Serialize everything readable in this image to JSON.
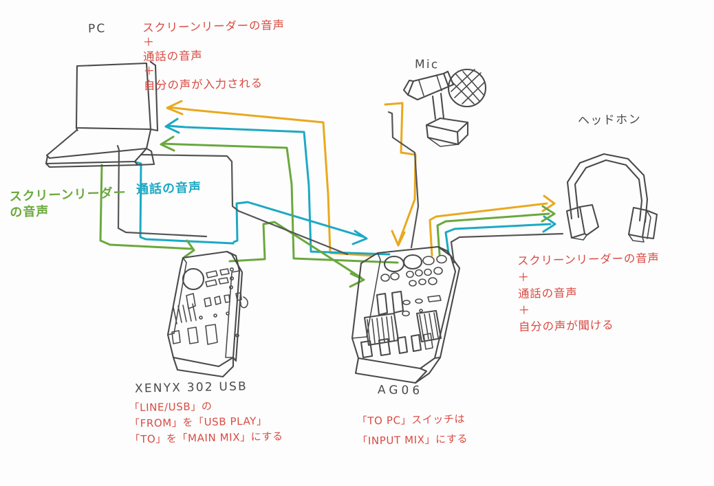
{
  "diagram": {
    "title_note": "audio routing hand sketch",
    "devices": {
      "pc": {
        "label": "PC"
      },
      "mic": {
        "label": "Mic"
      },
      "headphones": {
        "label": "ヘッドホン"
      },
      "xenyx": {
        "label": "XENYX 302 USB",
        "note": "「LINE/USB」の\n「FROM」を「USB PLAY」\n「TO」を「MAIN MIX」にする"
      },
      "ag06": {
        "label": "AG06",
        "note": "「TO PC」スイッチは\n「INPUT MIX」にする"
      }
    },
    "annotations": {
      "pc_input": "スクリーンリーダーの音声\n＋\n通話の音声\n＋\n自分の声が入力される",
      "headphone_output": "スクリーンリーダーの音声\n＋\n通話の音声\n＋\n自分の声が聞ける",
      "screen_reader_flow": "スクリーンリーダー\nの音声",
      "call_flow": "通話の音声"
    },
    "colors": {
      "screen_reader": "#6aa83c",
      "call_audio": "#1ba9c4",
      "own_voice": "#eaa81e",
      "ink": "#4a4a4a",
      "red_note": "#d94a42"
    }
  }
}
